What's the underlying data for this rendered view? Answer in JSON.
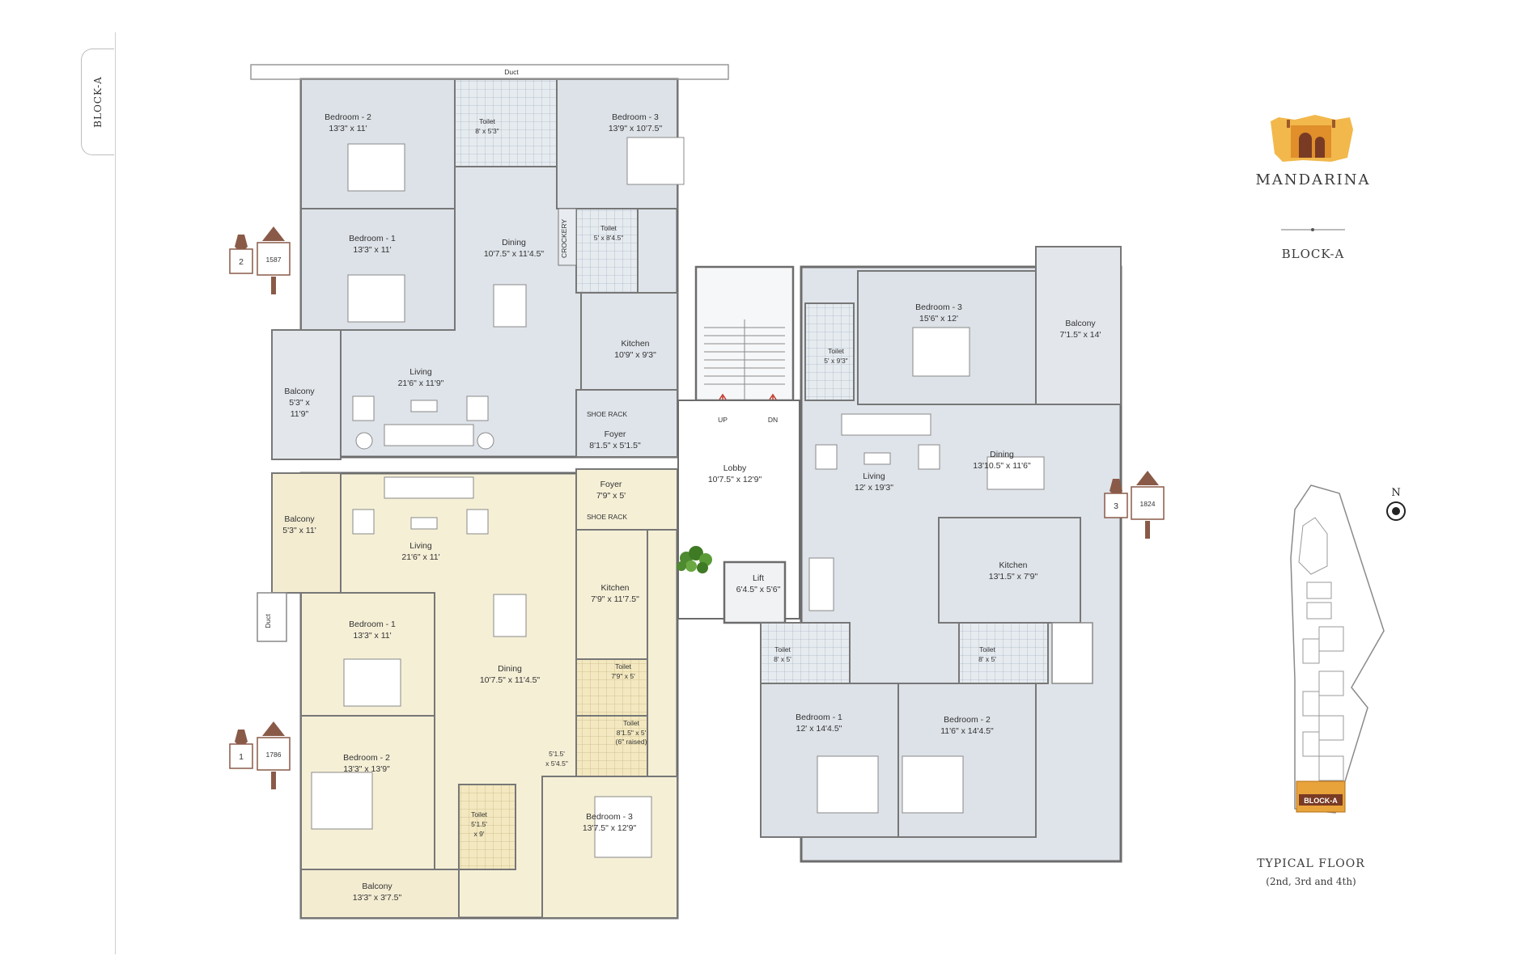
{
  "brand": {
    "name": "MANDARINA",
    "block": "BLOCK-A"
  },
  "side_tab": "BLOCK-A",
  "floor": {
    "title": "TYPICAL FLOOR",
    "subtitle": "(2nd, 3rd and 4th)"
  },
  "north": "N",
  "keyplan_label": "BLOCK-A",
  "units": [
    {
      "number": "2",
      "area": "1587"
    },
    {
      "number": "1",
      "area": "1786"
    },
    {
      "number": "3",
      "area": "1824"
    }
  ],
  "rooms": {
    "u2_bed2": {
      "name": "Bedroom - 2",
      "size": "13'3\" x 11'"
    },
    "u2_toilet_top": {
      "name": "Toilet",
      "size": "8' x 5'3\""
    },
    "u2_bed3": {
      "name": "Bedroom - 3",
      "size": "13'9\" x 10'7.5\""
    },
    "u2_bed1": {
      "name": "Bedroom - 1",
      "size": "13'3\" x 11'"
    },
    "u2_dining": {
      "name": "Dining",
      "size": "10'7.5\" x 11'4.5\""
    },
    "u2_crockery": {
      "name": "CROCKERY"
    },
    "u2_toilet2": {
      "name": "Toilet",
      "size": "5' x 8'4.5\""
    },
    "u2_kitchen": {
      "name": "Kitchen",
      "size": "10'9\" x 9'3\""
    },
    "u2_balcony": {
      "name": "Balcony",
      "size1": "5'3\" x",
      "size2": "11'9\""
    },
    "u2_living": {
      "name": "Living",
      "size": "21'6\" x 11'9\""
    },
    "u2_shoe": {
      "name": "SHOE RACK"
    },
    "u2_foyer": {
      "name": "Foyer",
      "size": "8'1.5\" x 5'1.5\""
    },
    "duct_top": {
      "name": "Duct"
    },
    "stair_up": {
      "name": "UP"
    },
    "stair_dn": {
      "name": "DN"
    },
    "lobby": {
      "name": "Lobby",
      "size": "10'7.5\" x 12'9\""
    },
    "lift": {
      "name": "Lift",
      "size": "6'4.5\" x 5'6\""
    },
    "u1_foyer": {
      "name": "Foyer",
      "size": "7'9\" x 5'"
    },
    "u1_shoe": {
      "name": "SHOE RACK"
    },
    "u1_balcony": {
      "name": "Balcony",
      "size": "5'3\" x 11'"
    },
    "u1_living": {
      "name": "Living",
      "size": "21'6\" x 11'"
    },
    "u1_kitchen": {
      "name": "Kitchen",
      "size": "7'9\" x 11'7.5\""
    },
    "u1_duct": {
      "name": "Duct"
    },
    "u1_bed1": {
      "name": "Bedroom - 1",
      "size": "13'3\" x 11'"
    },
    "u1_dining": {
      "name": "Dining",
      "size": "10'7.5\" x 11'4.5\""
    },
    "u1_toilet_a": {
      "name": "Toilet",
      "size": "7'9\" x 5'"
    },
    "u1_toilet_b": {
      "name": "Toilet",
      "size": "8'1.5\" x 5'",
      "note": "(6\" raised)"
    },
    "u1_passage": {
      "size1": "5'1.5'",
      "size2": "x 5'4.5\""
    },
    "u1_bed2": {
      "name": "Bedroom - 2",
      "size": "13'3\" x 13'9\""
    },
    "u1_toilet_c": {
      "name": "Toilet",
      "size1": "5'1.5'",
      "size2": "x 9'"
    },
    "u1_bed3": {
      "name": "Bedroom - 3",
      "size": "13'7.5\" x 12'9\""
    },
    "u1_balcony2": {
      "name": "Balcony",
      "size": "13'3\" x 3'7.5\""
    },
    "u3_bed3": {
      "name": "Bedroom - 3",
      "size": "15'6\" x 12'"
    },
    "u3_balcony": {
      "name": "Balcony",
      "size": "7'1.5\" x 14'"
    },
    "u3_toilet_top": {
      "name": "Toilet",
      "size": "5' x 9'3\""
    },
    "u3_living": {
      "name": "Living",
      "size": "12' x 19'3\""
    },
    "u3_dining": {
      "name": "Dining",
      "size": "13'10.5\" x 11'6\""
    },
    "u3_kitchen": {
      "name": "Kitchen",
      "size": "13'1.5\" x 7'9\""
    },
    "u3_toilet_l": {
      "name": "Toilet",
      "size": "8' x 5'"
    },
    "u3_toilet_r": {
      "name": "Toilet",
      "size": "8' x 5'"
    },
    "u3_bed1": {
      "name": "Bedroom - 1",
      "size": "12' x 14'4.5\""
    },
    "u3_bed2": {
      "name": "Bedroom - 2",
      "size": "11'6\" x 14'4.5\""
    }
  },
  "colors": {
    "grey_units": "#dfe4ea",
    "yellow_unit": "#f5efd6",
    "wall": "#6c6c6c",
    "accent": "#e8a33b",
    "badge": "#8a5a48"
  }
}
